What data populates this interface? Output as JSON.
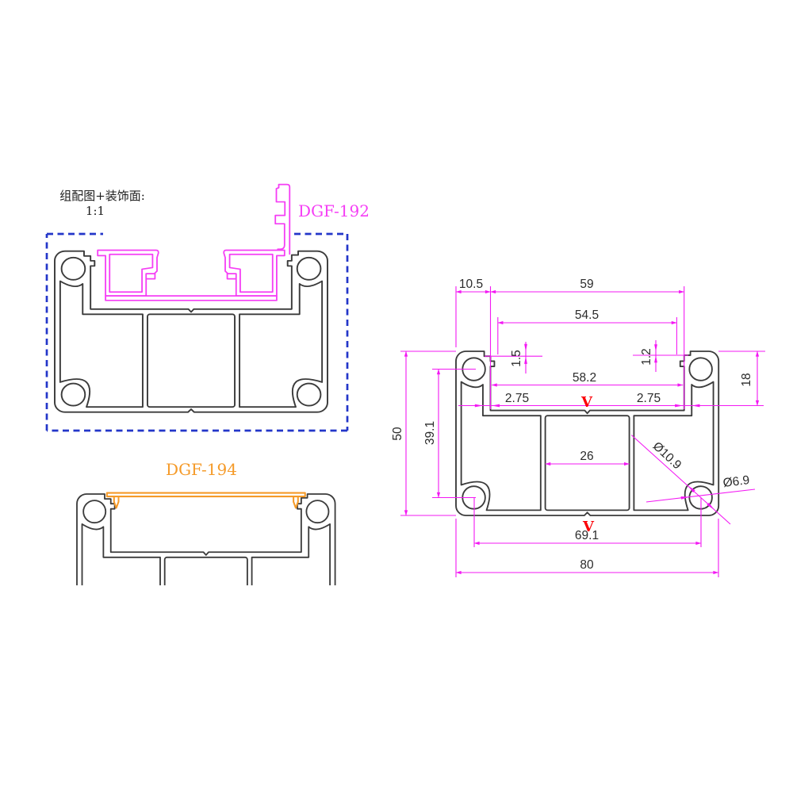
{
  "assembly_view": {
    "caption_line1": "组配图+装饰面:",
    "caption_line2": "1:1",
    "part_label": "DGF-192"
  },
  "cover_view": {
    "part_label": "DGF-194"
  },
  "profile_view": {
    "dims": {
      "top_offset": "10.5",
      "channel_opening": "59",
      "channel_inner_width": "54.5",
      "left_notch_depth": "1.5",
      "right_notch_depth": "1.2",
      "channel_floor_width": "58.2",
      "floor_inset_left": "2.75",
      "floor_inset_right": "2.75",
      "channel_depth": "18",
      "overall_height": "50",
      "hole_spacing_vertical": "39.1",
      "center_cell_width": "26",
      "corner_arc_diameter": "Ø10.9",
      "hole_diameter": "Ø6.9",
      "hole_spacing_horizontal": "69.1",
      "overall_width": "80",
      "finish_mark_top": "V",
      "finish_mark_bottom": "V"
    }
  },
  "colors": {
    "outline": "#3b3b3b",
    "dimension": "#f318f3",
    "part_dgf192": "#f53ef5",
    "part_dgf194": "#f59a28",
    "assembly_border": "#2336c9",
    "finish_mark": "#fb0006",
    "label_text": "#2b2b2b"
  }
}
